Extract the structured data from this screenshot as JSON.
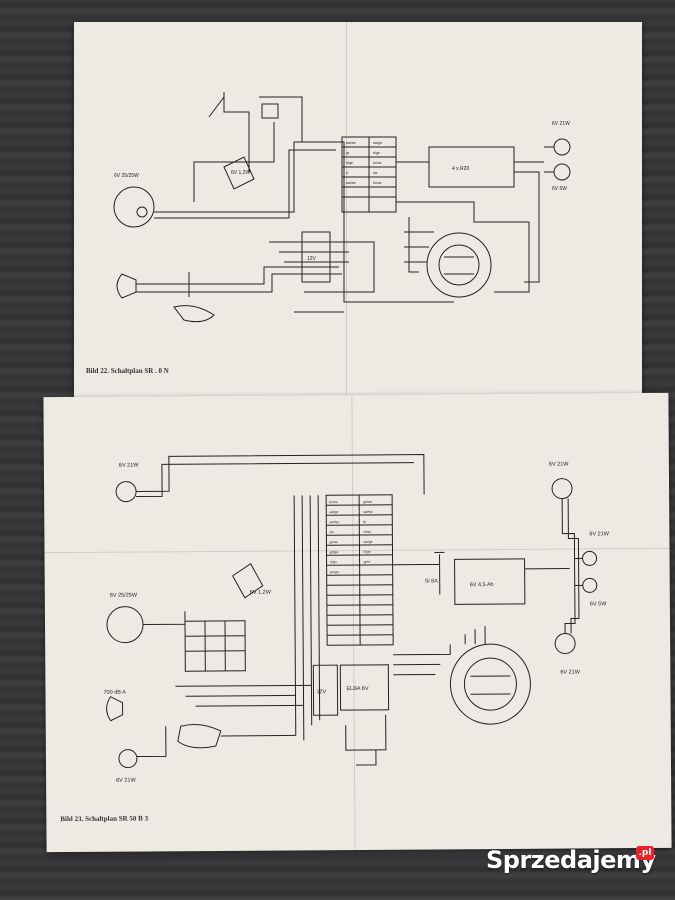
{
  "captions": {
    "top": "Bild 22. Schaltplan SR . 0 N",
    "bottom": "Bild 23. Schaltplan SR 50 B 3"
  },
  "top_labels": {
    "headlamp": "6V 25/25W",
    "speedo_lamp": "6V 1,2W",
    "tail_lamp": "6V 21W",
    "brake_lamp": "6V 5W",
    "battery": "4 x R20",
    "ignition_coil": "12V"
  },
  "bottom_labels": {
    "front_left_blinker": "6V 21W",
    "headlamp": "6V 25/25W",
    "speedo_lamp": "6V 1,2W",
    "horn": "700 dB A",
    "rear_left_blinker": "6V 21W",
    "right_top_blinker": "6V 21W",
    "tail_lamp": "6V 21W",
    "brake_lamp": "6V 5W",
    "right_bottom_blinker": "6V 21W",
    "battery": "6V 4,5 Ah",
    "fuse": "Si 8A",
    "coil": "12V",
    "regulator": "ELBA 6V"
  },
  "wire_codes_top": [
    "sw/ws",
    "gr",
    "rt/ge",
    "rt",
    "sw/ws",
    "sw/gn",
    "rt/ge",
    "br/ws",
    "sw",
    "br/ws"
  ],
  "wire_codes_bottom": [
    "br/ws",
    "sw/gn",
    "sw/ws",
    "sw",
    "gr/ws",
    "gn/ge",
    "rt/gn",
    "sw/gn",
    "ge/ws",
    "sw/ws",
    "br",
    "rt/ws",
    "sw/ge",
    "rt/ge",
    "gr/rt"
  ],
  "watermark": {
    "brand": "Sprzedajemy",
    "badge": ".pl"
  },
  "colors": {
    "paper": "#eceae3",
    "ink": "#222222",
    "background": "#363638",
    "watermark_badge": "#e8222b"
  }
}
